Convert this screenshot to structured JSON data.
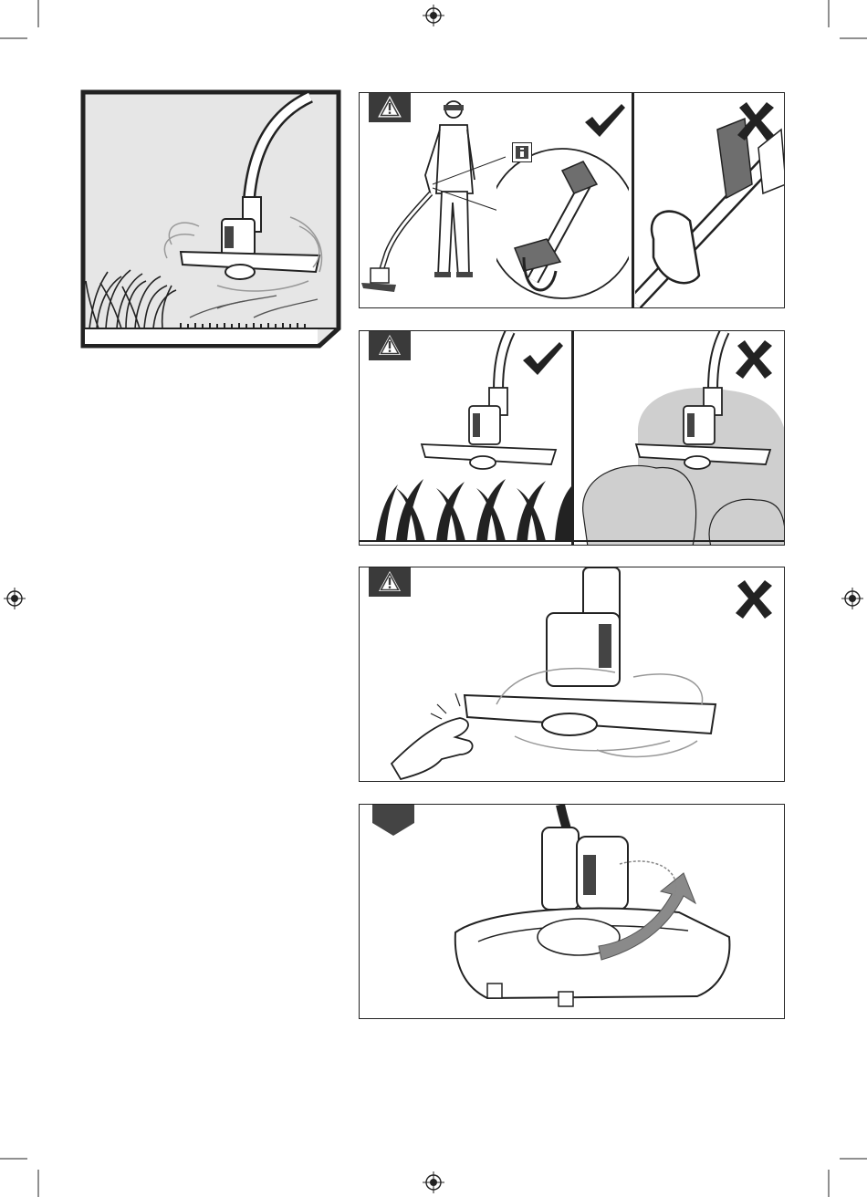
{
  "page": {
    "crop_marks": true,
    "registration_marks": [
      "top-center",
      "left-middle",
      "right-middle",
      "bottom-center"
    ]
  },
  "figure_a": {
    "description_icon": "grass-trimmer-in-grass",
    "frame": "bevelled-corner"
  },
  "panel_1": {
    "warning_icon": "warning-triangle-icon",
    "info_icon": "info-icon",
    "left_mark": "check-icon",
    "right_mark": "cross-icon"
  },
  "panel_2": {
    "warning_icon": "warning-triangle-icon",
    "left_mark": "check-icon",
    "right_mark": "cross-icon"
  },
  "panel_3": {
    "warning_icon": "warning-triangle-icon",
    "mark": "cross-icon"
  },
  "panel_4": {
    "tab_icon": "blank-pentagon-tab"
  },
  "colors": {
    "ink": "#222222",
    "panel_gray": "#e6e6e6",
    "tab_dark": "#3a3a3a",
    "bush_gray": "#cfcfcf",
    "glove_gray": "#6e6e6e"
  }
}
